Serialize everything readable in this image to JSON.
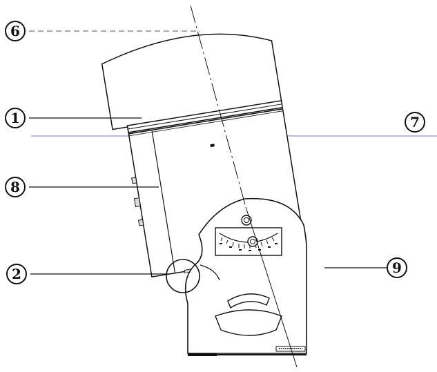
{
  "callouts": {
    "c1": "1",
    "c2": "2",
    "c6": "6",
    "c7": "7",
    "c8": "8",
    "c9": "9"
  },
  "colors": {
    "line": "#111111",
    "reference_line": "#8f90c8",
    "dashed_leader": "#777777",
    "background": "#ffffff"
  }
}
